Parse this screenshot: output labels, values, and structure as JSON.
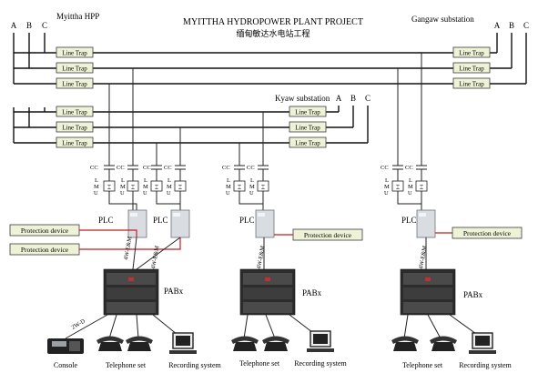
{
  "header": {
    "title": "MYITTHA HYDROPOWER PLANT PROJECT",
    "subtitle": "缅甸敏达水电站工程"
  },
  "stations": {
    "left": "Myittha HPP",
    "right": "Gangaw substation",
    "middle": "Kyaw substation"
  },
  "phases": [
    "A",
    "B",
    "C"
  ],
  "labels": {
    "line_trap": "Line Trap",
    "protection_device": "Protection device",
    "plc": "PLC",
    "pabx": "PABx",
    "cc": "CC",
    "lmu_l": "L",
    "lmu_m": "M",
    "lmu_u": "U",
    "link_4wem": "4W-E&M",
    "link_2wd": "2W-D"
  },
  "devices": {
    "console": "Console",
    "telephone_set": "Telephone set",
    "recording_system": "Recording system"
  },
  "colors": {
    "line_trap_fill": "#eef2d6",
    "protection_link": "#c41e1e",
    "pabx_cabinet": "#2c2c2c"
  }
}
